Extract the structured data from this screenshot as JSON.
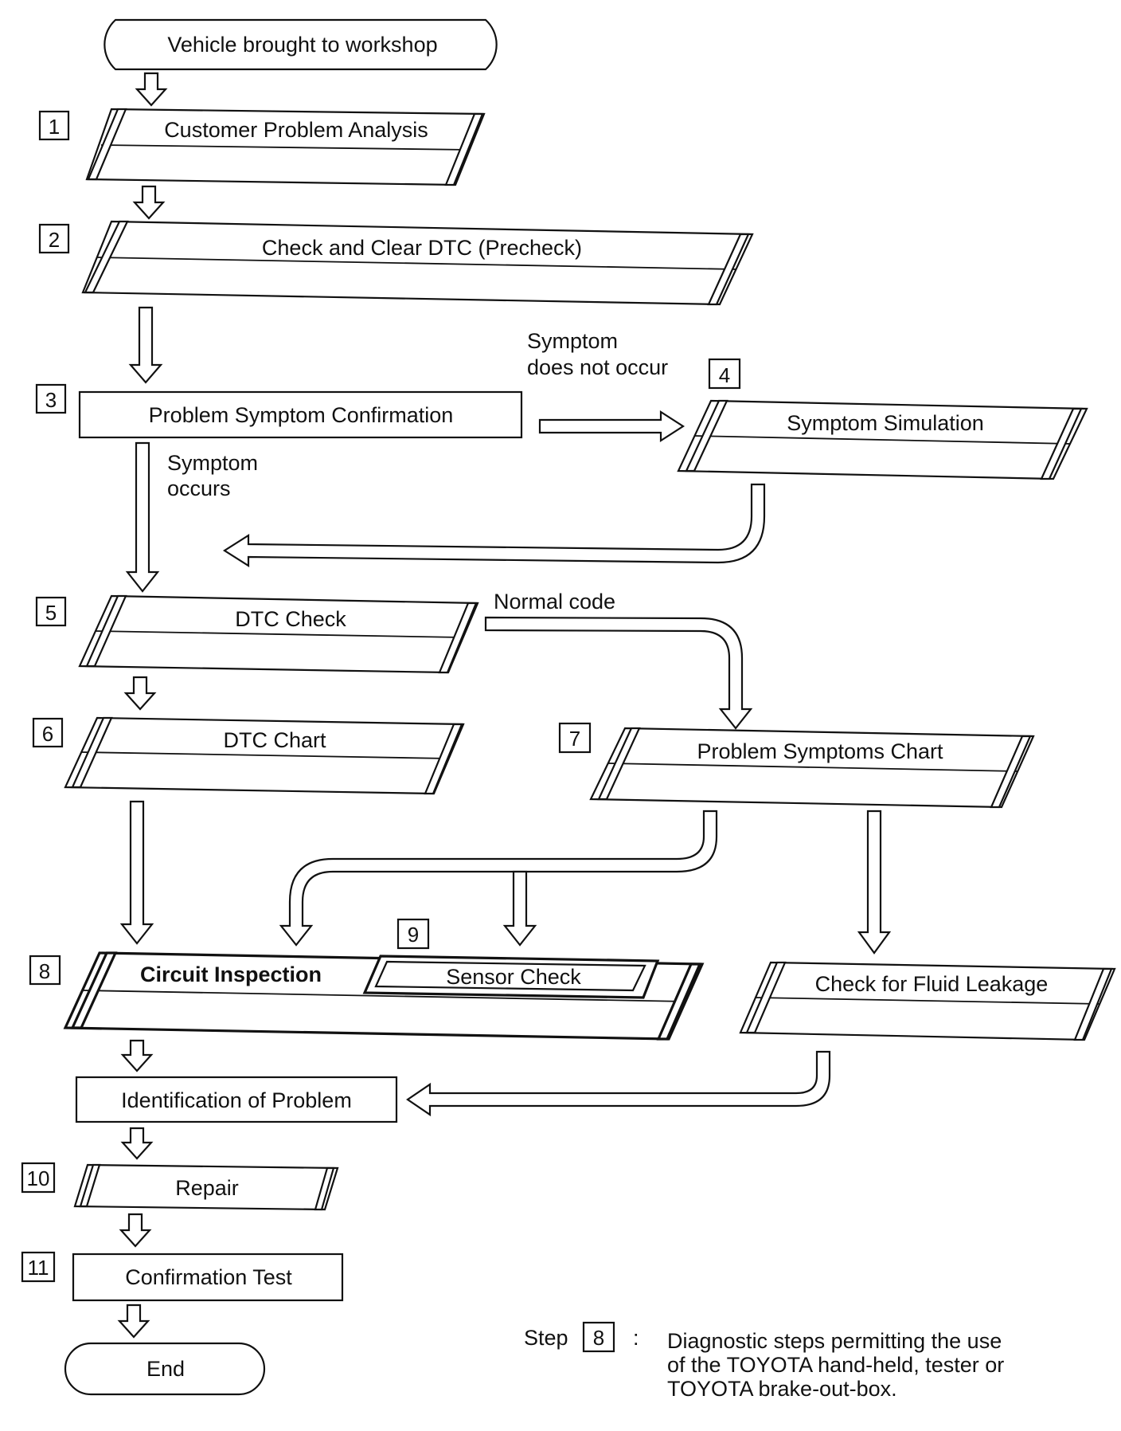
{
  "start": {
    "label": "Vehicle brought to workshop"
  },
  "steps": {
    "s1": {
      "num": "1",
      "label": "Customer Problem Analysis"
    },
    "s2": {
      "num": "2",
      "label": "Check and Clear DTC (Precheck)"
    },
    "s3": {
      "num": "3",
      "label": "Problem Symptom Confirmation"
    },
    "s4": {
      "num": "4",
      "label": "Symptom Simulation"
    },
    "s5": {
      "num": "5",
      "label": "DTC Check"
    },
    "s6": {
      "num": "6",
      "label": "DTC Chart"
    },
    "s7": {
      "num": "7",
      "label": "Problem Symptoms Chart"
    },
    "s8": {
      "num": "8",
      "label": "Circuit Inspection"
    },
    "s9": {
      "num": "9",
      "label": "Sensor Check"
    },
    "fluid": {
      "label": "Check for Fluid Leakage"
    },
    "ident": {
      "label": "Identification of Problem"
    },
    "s10": {
      "num": "10",
      "label": "Repair"
    },
    "s11": {
      "num": "11",
      "label": "Confirmation Test"
    }
  },
  "end": {
    "label": "End"
  },
  "edge_labels": {
    "not_occur_line1": "Symptom",
    "not_occur_line2": "does not occur",
    "occurs_line1": "Symptom",
    "occurs_line2": "occurs",
    "normal_code": "Normal code"
  },
  "note": {
    "prefix": "Step",
    "step_num": "8",
    "colon": ":",
    "line1": "Diagnostic steps permitting the use",
    "line2": "of the TOYOTA hand-held, tester or",
    "line3": "TOYOTA brake-out-box."
  }
}
